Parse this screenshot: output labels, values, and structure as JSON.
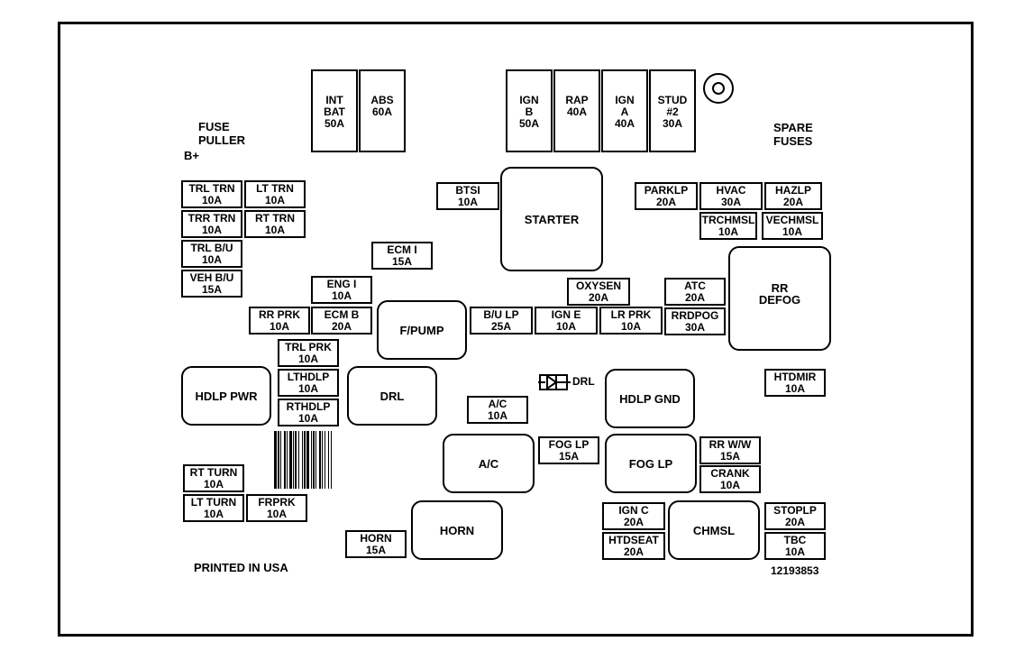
{
  "labels": {
    "fuse_puller": [
      "FUSE",
      "PULLER"
    ],
    "b_plus": "B+",
    "spare_fuses": [
      "SPARE",
      "FUSES"
    ],
    "printed": "PRINTED IN USA",
    "part_number": "12193853"
  },
  "maxi_fuses": [
    [
      "INT",
      "BAT",
      "50A"
    ],
    [
      "ABS",
      "60A"
    ],
    [
      "IGN",
      "B",
      "50A"
    ],
    [
      "RAP",
      "40A"
    ],
    [
      "IGN",
      "A",
      "40A"
    ],
    [
      "STUD",
      "#2",
      "30A"
    ]
  ],
  "fuses": [
    [
      "TRL TRN",
      "10A"
    ],
    [
      "LT TRN",
      "10A"
    ],
    [
      "TRR TRN",
      "10A"
    ],
    [
      "RT TRN",
      "10A"
    ],
    [
      "TRL B/U",
      "10A"
    ],
    [
      "VEH B/U",
      "15A"
    ],
    [
      "BTSI",
      "10A"
    ],
    [
      "ECM I",
      "15A"
    ],
    [
      "ENG I",
      "10A"
    ],
    [
      "RR PRK",
      "10A"
    ],
    [
      "ECM B",
      "20A"
    ],
    [
      "TRL PRK",
      "10A"
    ],
    [
      "LTHDLP",
      "10A"
    ],
    [
      "RTHDLP",
      "10A"
    ],
    [
      "B/U LP",
      "25A"
    ],
    [
      "IGN E",
      "10A"
    ],
    [
      "OXYSEN",
      "20A"
    ],
    [
      "LR PRK",
      "10A"
    ],
    [
      "ATC",
      "20A"
    ],
    [
      "RRDPOG",
      "30A"
    ],
    [
      "PARKLP",
      "20A"
    ],
    [
      "HVAC",
      "30A"
    ],
    [
      "HAZLP",
      "20A"
    ],
    [
      "TRCHMSL",
      "10A"
    ],
    [
      "VECHMSL",
      "10A"
    ],
    [
      "HTDMIR",
      "10A"
    ],
    [
      "A/C",
      "10A"
    ],
    [
      "FOG LP",
      "15A"
    ],
    [
      "RR W/W",
      "15A"
    ],
    [
      "CRANK",
      "10A"
    ],
    [
      "RT TURN",
      "10A"
    ],
    [
      "LT TURN",
      "10A"
    ],
    [
      "FRPRK",
      "10A"
    ],
    [
      "HORN",
      "15A"
    ],
    [
      "IGN C",
      "20A"
    ],
    [
      "HTDSEAT",
      "20A"
    ],
    [
      "STOPLP",
      "20A"
    ],
    [
      "TBC",
      "10A"
    ]
  ],
  "relays": [
    [
      "STARTER"
    ],
    [
      "RR",
      "DEFOG"
    ],
    [
      "F/PUMP"
    ],
    [
      "HDLP PWR"
    ],
    [
      "DRL"
    ],
    [
      "HDLP GND"
    ],
    [
      "A/C"
    ],
    [
      "FOG LP"
    ],
    [
      "HORN"
    ],
    [
      "CHMSL"
    ]
  ],
  "diode": {
    "label": "DRL"
  }
}
